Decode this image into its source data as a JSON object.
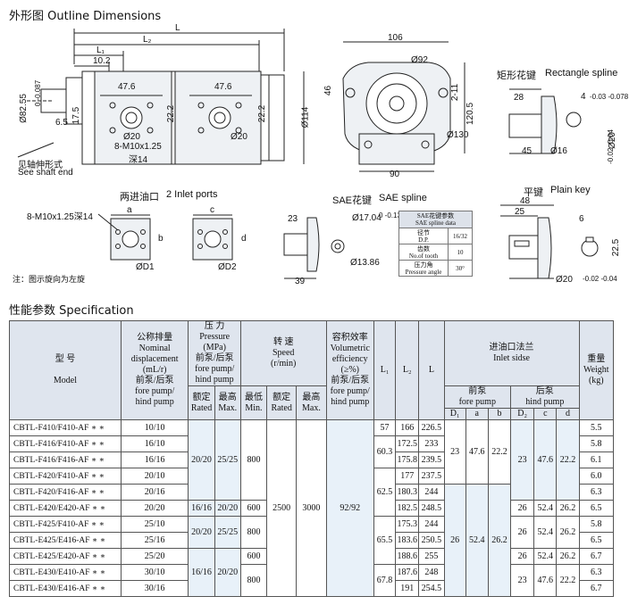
{
  "outline_title": "外形图   Outline Dimensions",
  "spec_title": "性能参数   Specification",
  "side_view": {
    "L": "L",
    "L2": "L₂",
    "L1": "L₁",
    "d10_2": "10.2",
    "d47_6a": "47.6",
    "d47_6b": "47.6",
    "d22_2a": "22.2",
    "d22_2b": "22.2",
    "d17_5": "17.5",
    "d6_5": "6.5",
    "d20a": "Ø20",
    "d20b": "Ø20",
    "bolt_note_1": "8-M10x1.25",
    "bolt_note_2": "深14",
    "d82": "Ø82.55",
    "d82_tol": "0 -0.087",
    "d114": "Ø114",
    "shaft_note_cn": "见轴伸形式",
    "shaft_note_en": "See shaft end"
  },
  "front_view": {
    "d106": "106",
    "d92": "Ø92",
    "d46": "46",
    "d2_11": "2-11",
    "d120_5": "120.5",
    "d130": "Ø130",
    "d90": "90"
  },
  "rect_spline": {
    "title_cn": "矩形花键",
    "title_en": "Rectangle spline",
    "d28": "28",
    "d4": "4",
    "d4_tol": "-0.03 -0.078",
    "d45": "45",
    "d16": "Ø16",
    "d20": "Ø20",
    "d20_tol": "-0.02 -0.04"
  },
  "inlet_ports": {
    "title_cn": "两进油口",
    "title_en": "2 Inlet ports",
    "thread_note": "8-M10x1.25深14",
    "a": "a",
    "b": "b",
    "c": "c",
    "d": "d",
    "D1": "ØD1",
    "D2": "ØD2",
    "footnote": "注：图示旋向为左旋"
  },
  "sae_spline": {
    "title_cn": "SAE花键",
    "title_en": "SAE spline",
    "d23": "23",
    "d39": "39",
    "d17": "Ø17.04",
    "d17_tol": "0 -0.13",
    "d13": "Ø13.86",
    "table_title_cn": "SAE花键参数",
    "table_title_en": "SAE spline data",
    "rows": [
      {
        "cn": "径节",
        "en": "D.P.",
        "v": "16/32"
      },
      {
        "cn": "齿数",
        "en": "No.of tooth",
        "v": "10"
      },
      {
        "cn": "压力角",
        "en": "Pressure angle",
        "v": "30°"
      }
    ]
  },
  "plain_key": {
    "title_cn": "平键",
    "title_en": "Plain key",
    "d25": "25",
    "d48": "48",
    "d6": "6",
    "d22_5": "22.5",
    "d20": "Ø20",
    "d20_tol": "-0.02 -0.04"
  },
  "table": {
    "h_model_cn": "型      号",
    "h_model_en": "Model",
    "h_disp": [
      "公称排量",
      "Nominal",
      "displacement",
      "(mL/r)",
      "前泵/后泵",
      "fore pump/",
      "hind pump"
    ],
    "h_press": [
      "压    力",
      "Pressure",
      "(MPa)",
      "前泵/后泵",
      "fore pump/",
      "hind pump"
    ],
    "h_speed": [
      "转    速",
      "Speed",
      "(r/min)"
    ],
    "h_eff": [
      "容积效率",
      "Volumetric",
      "efficiency",
      "(≥%)",
      "前泵/后泵",
      "fore pump/",
      "hind pump"
    ],
    "h_L1": "L₁",
    "h_L2": "L₂",
    "h_L": "L",
    "h_inlet": [
      "进油口法兰",
      "Inlet sidse"
    ],
    "h_fore": [
      "前泵",
      "fore pump"
    ],
    "h_hind": [
      "后泵",
      "hind pump"
    ],
    "h_weight": [
      "重量",
      "Weight",
      "(kg)"
    ],
    "h_rated": [
      "额定",
      "Rated"
    ],
    "h_max": [
      "最高",
      "Max."
    ],
    "h_min": [
      "最低",
      "Min."
    ],
    "h_D1": "D₁",
    "h_a": "a",
    "h_b": "b",
    "h_D2": "D₂",
    "h_c": "c",
    "h_d": "d",
    "models": [
      "CBTL-F410/F410-AF ∗ ∗",
      "CBTL-F416/F410-AF ∗ ∗",
      "CBTL-F416/F416-AF ∗ ∗",
      "CBTL-F420/F410-AF ∗ ∗",
      "CBTL-F420/F416-AF ∗ ∗",
      "CBTL-E420/E420-AF ∗ ∗",
      "CBTL-F425/F410-AF ∗ ∗",
      "CBTL-E425/E416-AF ∗ ∗",
      "CBTL-E425/E420-AF ∗ ∗",
      "CBTL-E430/E410-AF ∗ ∗",
      "CBTL-E430/E416-AF ∗ ∗"
    ],
    "disp": [
      "10/10",
      "16/10",
      "16/16",
      "20/10",
      "20/16",
      "20/20",
      "25/10",
      "25/16",
      "25/20",
      "30/10",
      "30/16"
    ],
    "L2": [
      "166",
      "172.5",
      "175.8",
      "177",
      "180.3",
      "182.5",
      "175.3",
      "183.6",
      "188.6",
      "187.6",
      "191"
    ],
    "L": [
      "226.5",
      "233",
      "239.5",
      "237.5",
      "244",
      "248.5",
      "244",
      "250.5",
      "255",
      "248",
      "254.5"
    ],
    "weight": [
      "5.5",
      "5.8",
      "6.1",
      "6.0",
      "6.3",
      "6.5",
      "5.8",
      "6.5",
      "6.7",
      "6.3",
      "6.7"
    ],
    "press_rated": [
      "20/20",
      "16/16",
      "20/20",
      "16/16"
    ],
    "press_max": [
      "25/25",
      "20/20",
      "25/25",
      "20/20"
    ],
    "min_speed": [
      "800",
      "600",
      "800",
      "600",
      "800"
    ],
    "rated_speed": "2500",
    "max_speed": "3000",
    "efficiency": "92/92",
    "L1": [
      "57",
      "60.3",
      "62.5",
      "65.5",
      "67.8"
    ],
    "fore": {
      "D1": [
        "23",
        "26"
      ],
      "a": [
        "47.6",
        "52.4"
      ],
      "b": [
        "22.2",
        "26.2"
      ]
    },
    "hind": {
      "D2": [
        "23",
        "26",
        "26",
        "23"
      ],
      "c": [
        "47.6",
        "52.4",
        "52.4",
        "47.6"
      ],
      "d": [
        "22.2",
        "26.2",
        "26.2",
        "22.2"
      ]
    }
  }
}
